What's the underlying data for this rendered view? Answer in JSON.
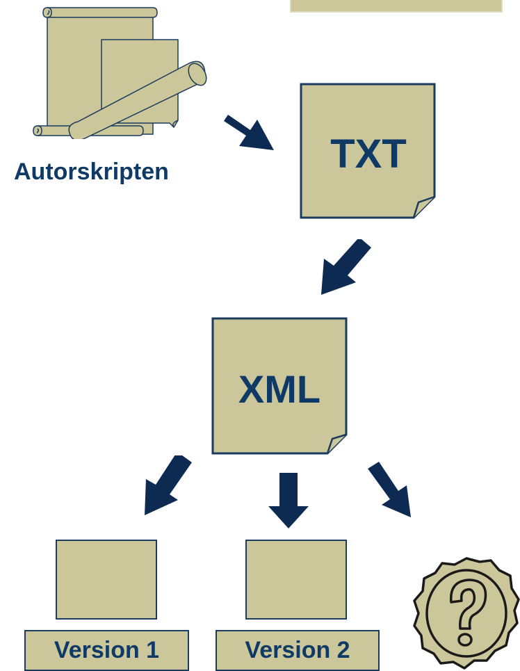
{
  "labels": {
    "autorskripten": "Autorskripten",
    "txt": "TXT",
    "xml": "XML",
    "version1": "Version 1",
    "version2": "Version 2"
  },
  "colors": {
    "fill": "#ccc79a",
    "stroke": "#1a3a5e",
    "text": "#0f3a66"
  },
  "icons": {
    "scroll": "scroll-icon",
    "question": "question-mark-icon",
    "arrow": "arrow-icon"
  }
}
